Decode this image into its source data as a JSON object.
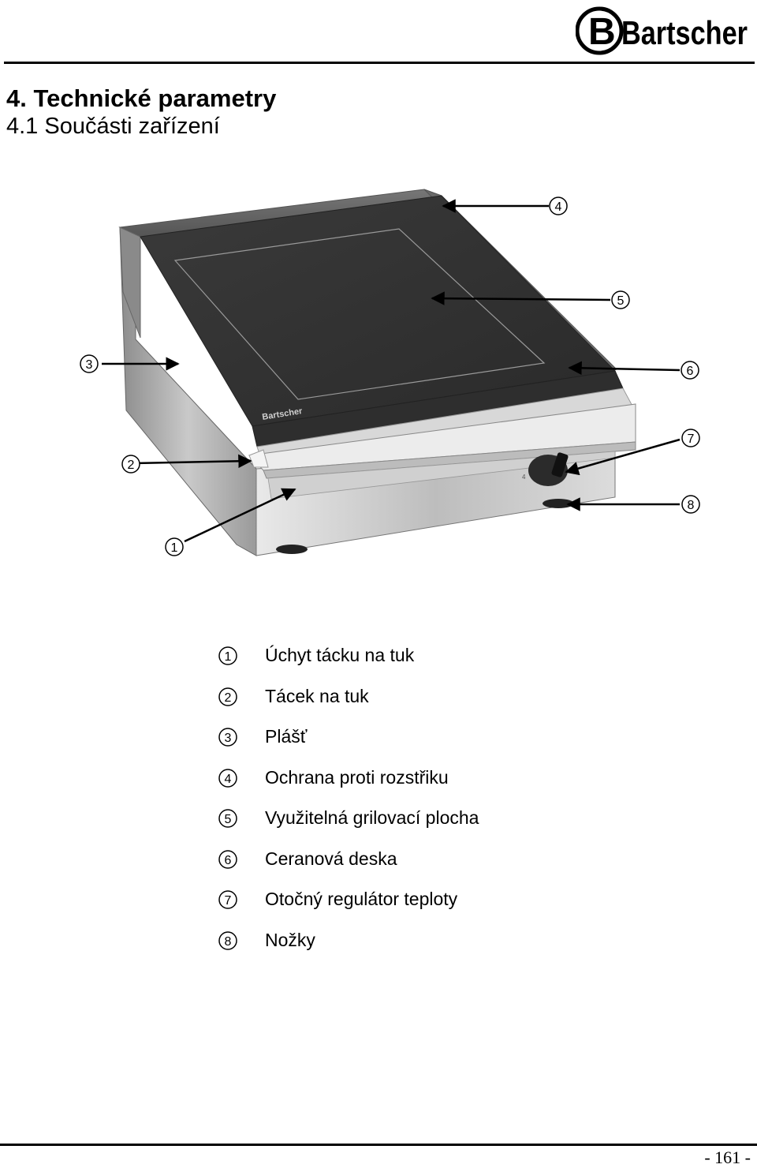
{
  "header": {
    "brand": "Bartscher",
    "heading": "4. Technické parametry",
    "subheading": "4.1 Součásti zařízení"
  },
  "figure": {
    "device_brand": "Bartscher",
    "knob_mark": "4",
    "callouts": [
      "1",
      "2",
      "3",
      "4",
      "5",
      "6",
      "7",
      "8"
    ]
  },
  "legend": [
    {
      "num": "1",
      "label": "Úchyt tácku na tuk"
    },
    {
      "num": "2",
      "label": "Tácek na tuk"
    },
    {
      "num": "3",
      "label": "Plášť"
    },
    {
      "num": "4",
      "label": "Ochrana proti rozstřiku"
    },
    {
      "num": "5",
      "label": "Využitelná grilovací plocha"
    },
    {
      "num": "6",
      "label": "Ceranová deska"
    },
    {
      "num": "7",
      "label": "Otočný regulátor teploty"
    },
    {
      "num": "8",
      "label": "Nožky"
    }
  ],
  "footer": {
    "page_number": "- 161 -"
  }
}
